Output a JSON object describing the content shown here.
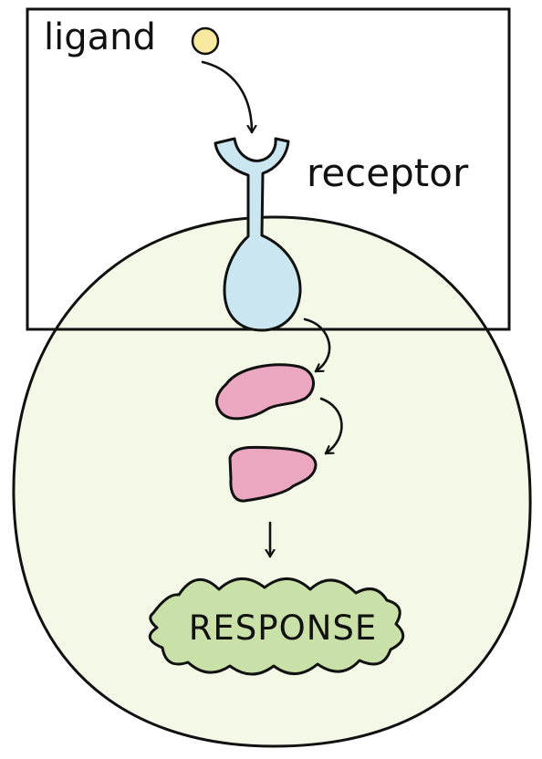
{
  "labels": {
    "ligand": "ligand",
    "receptor": "receptor",
    "response": "RESPONSE"
  },
  "colors": {
    "cell_fill": "#f4f8e6",
    "ligand_fill": "#f7e9a0",
    "receptor_fill": "#c9e6f1",
    "relay_protein_fill": "#eba6c0",
    "response_fill": "#c9e1a8",
    "outline": "#111111"
  }
}
